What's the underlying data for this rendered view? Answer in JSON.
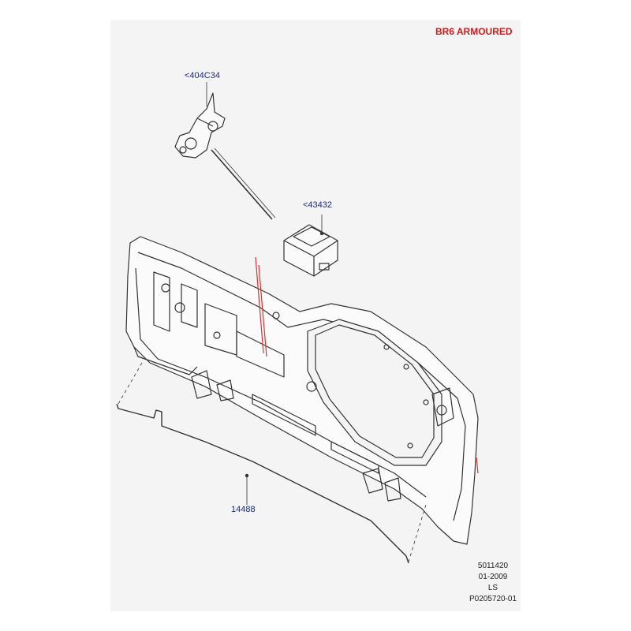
{
  "header": {
    "variant_tag": "BR6 ARMOURED"
  },
  "callouts": [
    {
      "id": "latch-actuator",
      "text": "<404C34"
    },
    {
      "id": "control-module",
      "text": "<43432"
    },
    {
      "id": "rod",
      "text": "14488"
    }
  ],
  "footer": {
    "lines": [
      "5011420",
      "01-2009",
      "LS",
      "P0205720-01"
    ]
  },
  "colors": {
    "callout_text": "#1a2a8a",
    "variant_tag": "#d21c1c",
    "highlight_line": "#e03030",
    "linework": "#333333"
  }
}
